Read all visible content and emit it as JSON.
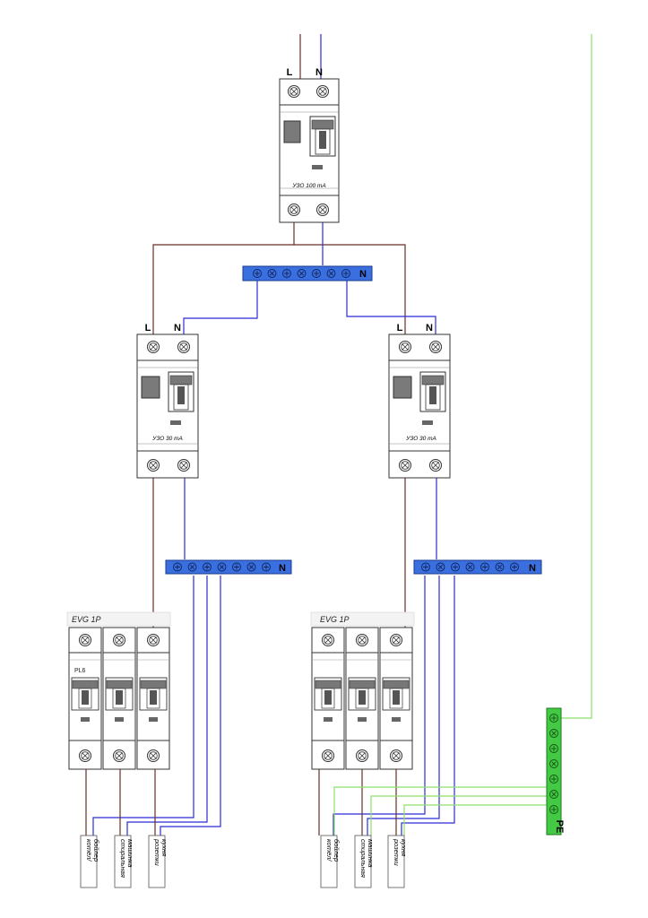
{
  "colors": {
    "phase": "#6b2e24",
    "neutral": "#2b2bd6",
    "earth": "#8be06a",
    "busbar_n": "#3a6fe0",
    "busbar_pe": "#43c943",
    "device_fill": "#ffffff",
    "device_stroke": "#333333"
  },
  "supply": {
    "label_l": "L",
    "label_n": "N"
  },
  "main_rcd": {
    "label": "УЗО 100 mA"
  },
  "n_busbar_main": {
    "label": "N"
  },
  "group_left": {
    "rcd": {
      "label": "УЗО 30 mA",
      "label_l": "L",
      "label_n": "N"
    },
    "n_busbar": {
      "label": "N"
    },
    "breakers": {
      "header": "EVG 1P",
      "pole_label": "PL6"
    },
    "cables": [
      {
        "line1": "котёл/",
        "line2": "бойлер"
      },
      {
        "line1": "стиральная",
        "line2": "машинка"
      },
      {
        "line1": "розетки",
        "line2": "кухня"
      }
    ]
  },
  "group_right": {
    "rcd": {
      "label": "УЗО 30 mA",
      "label_l": "L",
      "label_n": "N"
    },
    "n_busbar": {
      "label": "N"
    },
    "breakers": {
      "header": "EVG 1P"
    },
    "cables": [
      {
        "line1": "котёл/",
        "line2": "бойлер"
      },
      {
        "line1": "стиральная",
        "line2": "машинка"
      },
      {
        "line1": "розетки",
        "line2": "кухня"
      }
    ]
  },
  "pe_busbar": {
    "label": "PE"
  }
}
